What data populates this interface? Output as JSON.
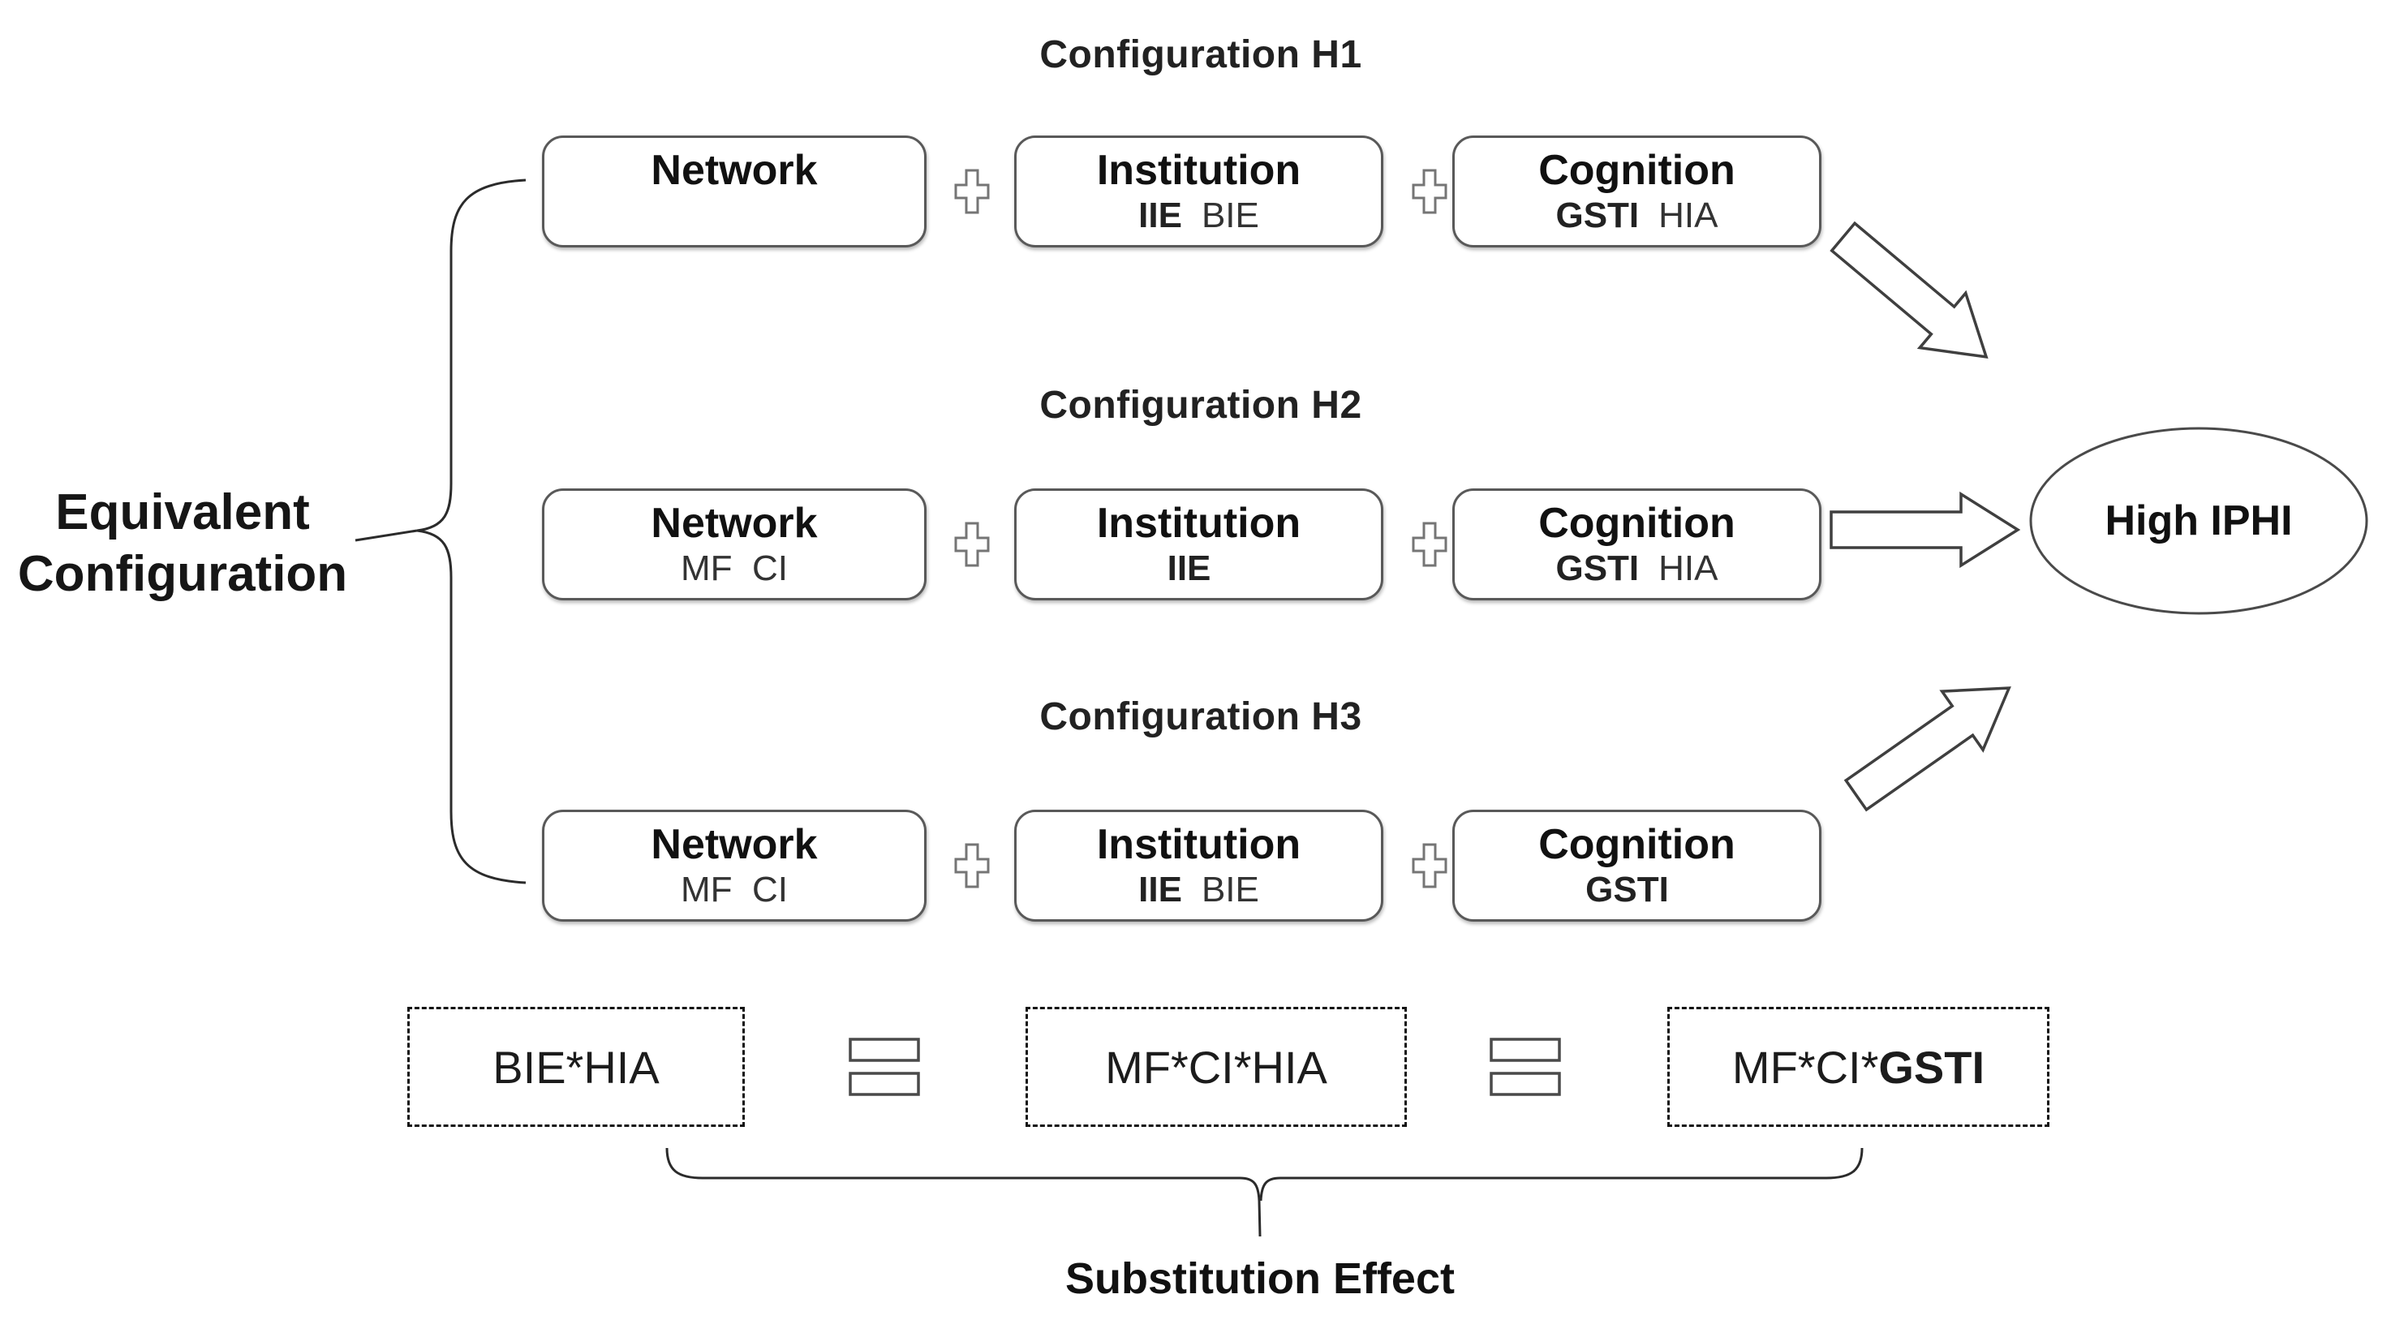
{
  "diagram": {
    "left_label": {
      "line1": "Equivalent",
      "line2": "Configuration"
    },
    "configurations": [
      {
        "title": "Configuration H1",
        "network": {
          "title": "Network",
          "bold": "",
          "regular": ""
        },
        "institution": {
          "title": "Institution",
          "bold": "IIE",
          "regular": "BIE"
        },
        "cognition": {
          "title": "Cognition",
          "bold": "GSTI",
          "regular": "HIA"
        }
      },
      {
        "title": "Configuration H2",
        "network": {
          "title": "Network",
          "bold": "",
          "regular": "MF  CI"
        },
        "institution": {
          "title": "Institution",
          "bold": "IIE",
          "regular": ""
        },
        "cognition": {
          "title": "Cognition",
          "bold": "GSTI",
          "regular": "HIA"
        }
      },
      {
        "title": "Configuration H3",
        "network": {
          "title": "Network",
          "bold": "",
          "regular": "MF  CI"
        },
        "institution": {
          "title": "Institution",
          "bold": "IIE",
          "regular": "BIE"
        },
        "cognition": {
          "title": "Cognition",
          "bold": "GSTI",
          "regular": ""
        }
      }
    ],
    "outcome": {
      "label": "High IPHI"
    },
    "equivalence": {
      "box1": {
        "regular": "BIE*HIA",
        "bold": ""
      },
      "box2": {
        "regular": "MF*CI*HIA",
        "bold": ""
      },
      "box3": {
        "regular": "MF*CI*",
        "bold": "GSTI"
      },
      "label": "Substitution Effect"
    },
    "colors": {
      "stroke": "#3f3f3f",
      "box_border": "#595959",
      "dashed_border": "#141414",
      "text": "#1a1a1a",
      "background": "#ffffff"
    }
  }
}
